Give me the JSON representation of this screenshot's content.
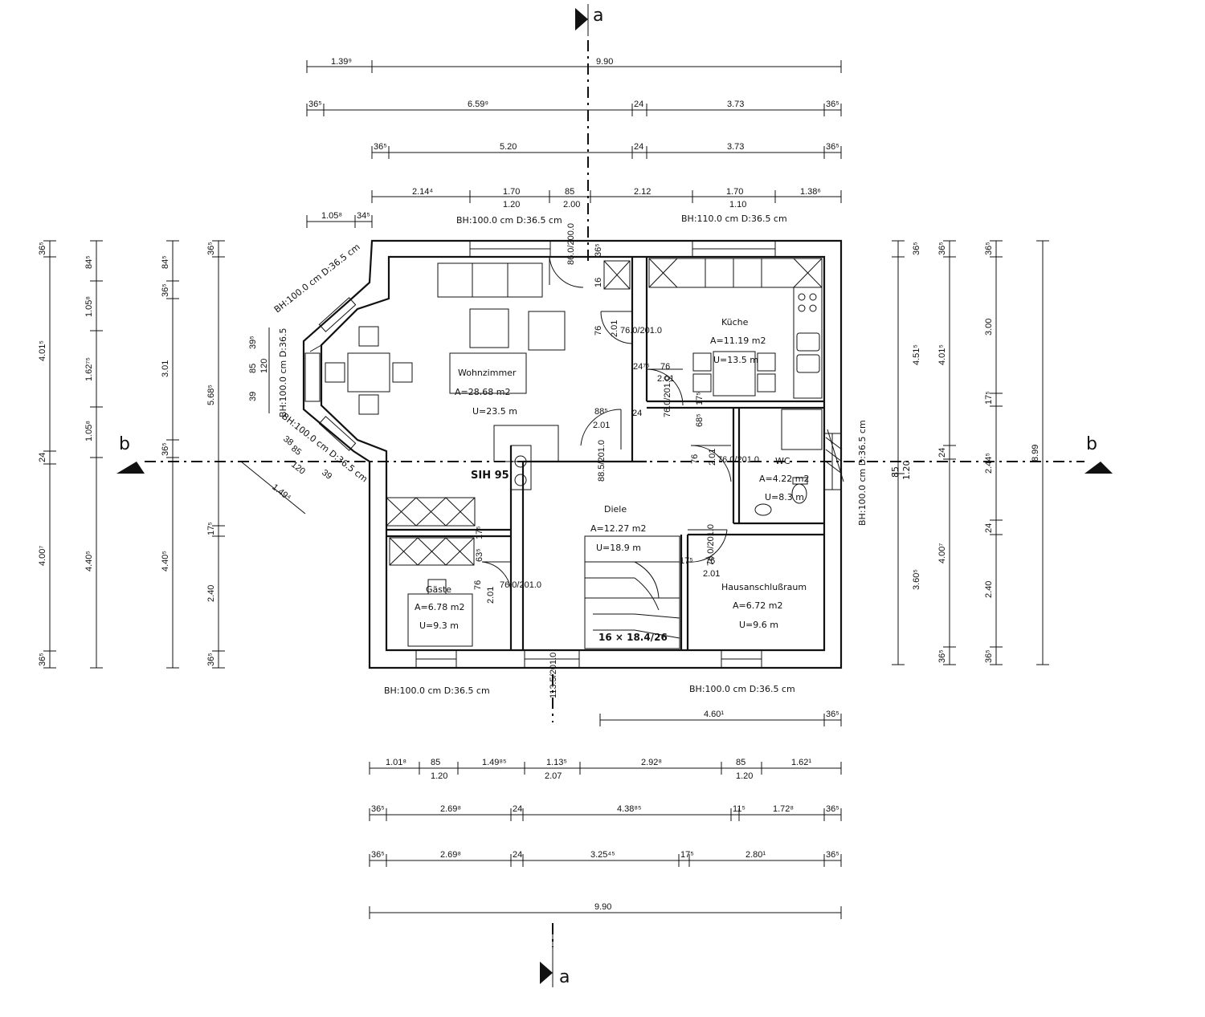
{
  "section_marks": {
    "a": "a",
    "b": "b"
  },
  "dims_top": {
    "row1": [
      "1.39⁹",
      "9.90"
    ],
    "row2": [
      "36⁵",
      "6.59⁹",
      "24",
      "3.73",
      "36⁵"
    ],
    "row3": [
      "36⁵",
      "5.20",
      "24",
      "3.73",
      "36⁵"
    ],
    "row4": [
      "2.14⁴",
      "1.70",
      "85",
      "2.12",
      "1.70",
      "1.38⁶"
    ],
    "row4_sub": [
      "1.20",
      "2.00",
      "1.10"
    ],
    "row5": [
      "1.05⁸",
      "34⁵"
    ]
  },
  "dims_bottom": {
    "row0": [
      "4.60¹",
      "36⁵"
    ],
    "row1": [
      "1.01⁸",
      "85",
      "1.49⁸⁵",
      "1.13⁵",
      "2.92⁸",
      "85",
      "1.62¹"
    ],
    "row1_sub": [
      "1.20",
      "2.07",
      "1.20"
    ],
    "row2": [
      "36⁵",
      "2.69⁸",
      "24",
      "4.38⁸⁵",
      "11⁵",
      "1.72⁸",
      "36⁵"
    ],
    "row3": [
      "36⁵",
      "2.69⁸",
      "24",
      "3.25⁴⁵",
      "17⁵",
      "2.80¹",
      "36⁵"
    ],
    "row4": [
      "9.90"
    ]
  },
  "dims_left": {
    "col1": [
      "36⁵",
      "4.01⁵",
      "24",
      "4.00⁷",
      "36⁵"
    ],
    "col2": [
      "84⁵",
      "1.05⁸",
      "1.62⁷⁵",
      "1.05⁸",
      "4.40⁵"
    ],
    "col3": [
      "84⁵",
      "36⁵",
      "3.01",
      "36⁵",
      "4.40⁵"
    ],
    "col4": [
      "36⁵",
      "5.68⁵",
      "17⁵",
      "2.40",
      "36⁵"
    ]
  },
  "dims_right": {
    "col1": [
      "36⁵",
      "4.51⁵",
      "3.60⁵"
    ],
    "col2": [
      "36⁵",
      "4.01⁵",
      "24",
      "4.00⁷",
      "36⁵"
    ],
    "col3": [
      "36⁵",
      "3.00",
      "17⁵",
      "2.44⁵",
      "24",
      "2.40",
      "36⁵"
    ],
    "col4": [
      "8.99"
    ]
  },
  "window_notes": {
    "top_left": "BH:100.0 cm  D:36.5 cm",
    "top_right": "BH:110.0 cm  D:36.5 cm",
    "bottom_left": "BH:100.0 cm  D:36.5 cm",
    "bottom_right": "BH:100.0 cm  D:36.5 cm",
    "right_side": "BH:100.0 cm  D:36.5 cm",
    "bay_diag1": "BH:100.0 cm  D:36.5 cm",
    "bay_left": "BH:100.0 cm  D:36.5",
    "bay_diag2": "BH:100.0 cm  D:36.5 cm",
    "bay_small": [
      "39⁵",
      "85",
      "120",
      "39",
      "38",
      "85",
      "120",
      "39",
      "1.49⁴"
    ],
    "right_side_small": [
      "85",
      "1.20"
    ]
  },
  "rooms": {
    "wohnzimmer": {
      "name": "Wohnzimmer",
      "area": "A=28.68  m2",
      "perimeter": "U=23.5  m"
    },
    "kueche": {
      "name": "Küche",
      "area": "A=11.19  m2",
      "perimeter": "U=13.5  m"
    },
    "wc": {
      "name": "WC",
      "area": "A=4.22  m2",
      "perimeter": "U=8.3  m"
    },
    "diele": {
      "name": "Diele",
      "area": "A=12.27  m2",
      "perimeter": "U=18.9  m"
    },
    "gaeste": {
      "name": "Gäste",
      "area": "A=6.78  m2",
      "perimeter": "U=9.3  m"
    },
    "hausanschluss": {
      "name": "Hausanschlußraum",
      "area": "A=6.72  m2",
      "perimeter": "U=9.6  m"
    }
  },
  "door_notes": {
    "d1": "76.0/201.0",
    "d1a": "2.01",
    "d1b": "76",
    "d2": "76.0/201.0",
    "d2a": "2.01",
    "d2b": "76",
    "d2c": "24⁷⁶",
    "d3": "76.0/201.0",
    "d3a": "2.01",
    "d3b": "76",
    "d4": "76.0/201.0",
    "d4a": "2.01",
    "d4b": "76",
    "d5": "88.5/201.0",
    "d5a": "2.01",
    "d5b": "88⁵",
    "d5c": "24",
    "d6": "76.0/201.0",
    "d6a": "2.01",
    "d6b": "76",
    "d6c": "17⁵",
    "d7": "86.0/200.0",
    "d7a": "36⁵",
    "d7b": "16",
    "d8": "113.5/201.0",
    "d9": "76.0/201.0",
    "d9a": "2.01",
    "d9b": "63⁵",
    "d9c": "17⁵",
    "d10": "68⁵",
    "d11": "17⁵"
  },
  "chimney": "SIH 95",
  "stair": "16 × 18.4/26"
}
